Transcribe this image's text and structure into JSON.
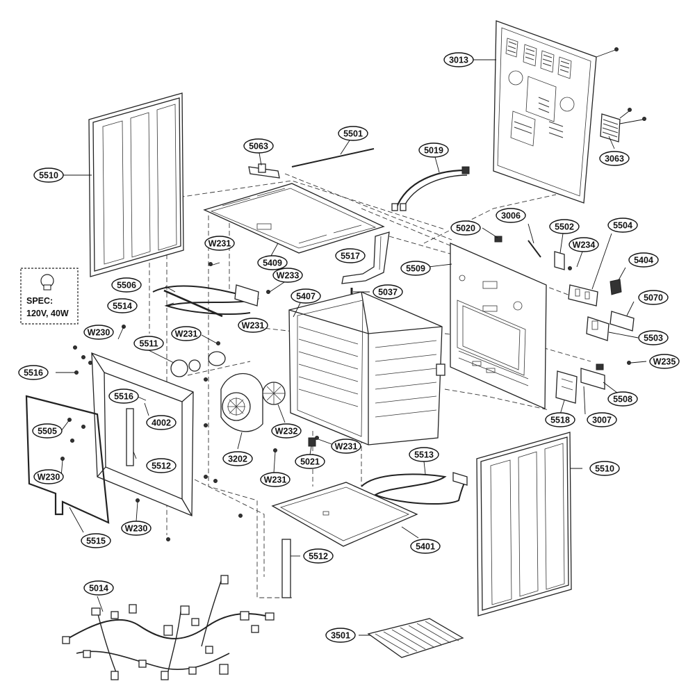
{
  "spec": {
    "label": "SPEC:",
    "value": "120V, 40W"
  },
  "callouts": [
    {
      "id": "3013",
      "text": "3013"
    },
    {
      "id": "3063",
      "text": "3063"
    },
    {
      "id": "5501",
      "text": "5501"
    },
    {
      "id": "5063",
      "text": "5063"
    },
    {
      "id": "5019",
      "text": "5019"
    },
    {
      "id": "5510a",
      "text": "5510"
    },
    {
      "id": "5020",
      "text": "5020"
    },
    {
      "id": "3006",
      "text": "3006"
    },
    {
      "id": "5502",
      "text": "5502"
    },
    {
      "id": "5504",
      "text": "5504"
    },
    {
      "id": "W231a",
      "text": "W231"
    },
    {
      "id": "W234",
      "text": "W234"
    },
    {
      "id": "5517",
      "text": "5517"
    },
    {
      "id": "5409",
      "text": "5409"
    },
    {
      "id": "5509",
      "text": "5509"
    },
    {
      "id": "5404",
      "text": "5404"
    },
    {
      "id": "W233",
      "text": "W233"
    },
    {
      "id": "5506",
      "text": "5506"
    },
    {
      "id": "5407",
      "text": "5407"
    },
    {
      "id": "5037",
      "text": "5037"
    },
    {
      "id": "5070",
      "text": "5070"
    },
    {
      "id": "5514",
      "text": "5514"
    },
    {
      "id": "W231b",
      "text": "W231"
    },
    {
      "id": "W231c",
      "text": "W231"
    },
    {
      "id": "W230a",
      "text": "W230"
    },
    {
      "id": "5503",
      "text": "5503"
    },
    {
      "id": "5511",
      "text": "5511"
    },
    {
      "id": "W235",
      "text": "W235"
    },
    {
      "id": "5516a",
      "text": "5516"
    },
    {
      "id": "5516b",
      "text": "5516"
    },
    {
      "id": "5508",
      "text": "5508"
    },
    {
      "id": "4002",
      "text": "4002"
    },
    {
      "id": "5518",
      "text": "5518"
    },
    {
      "id": "3007",
      "text": "3007"
    },
    {
      "id": "5505",
      "text": "5505"
    },
    {
      "id": "W232",
      "text": "W232"
    },
    {
      "id": "W231d",
      "text": "W231"
    },
    {
      "id": "5512a",
      "text": "5512"
    },
    {
      "id": "3202",
      "text": "3202"
    },
    {
      "id": "5021",
      "text": "5021"
    },
    {
      "id": "5513",
      "text": "5513"
    },
    {
      "id": "5510b",
      "text": "5510"
    },
    {
      "id": "W230b",
      "text": "W230"
    },
    {
      "id": "W231e",
      "text": "W231"
    },
    {
      "id": "W230c",
      "text": "W230"
    },
    {
      "id": "5515",
      "text": "5515"
    },
    {
      "id": "5401",
      "text": "5401"
    },
    {
      "id": "5512b",
      "text": "5512"
    },
    {
      "id": "5014",
      "text": "5014"
    },
    {
      "id": "3501",
      "text": "3501"
    }
  ]
}
